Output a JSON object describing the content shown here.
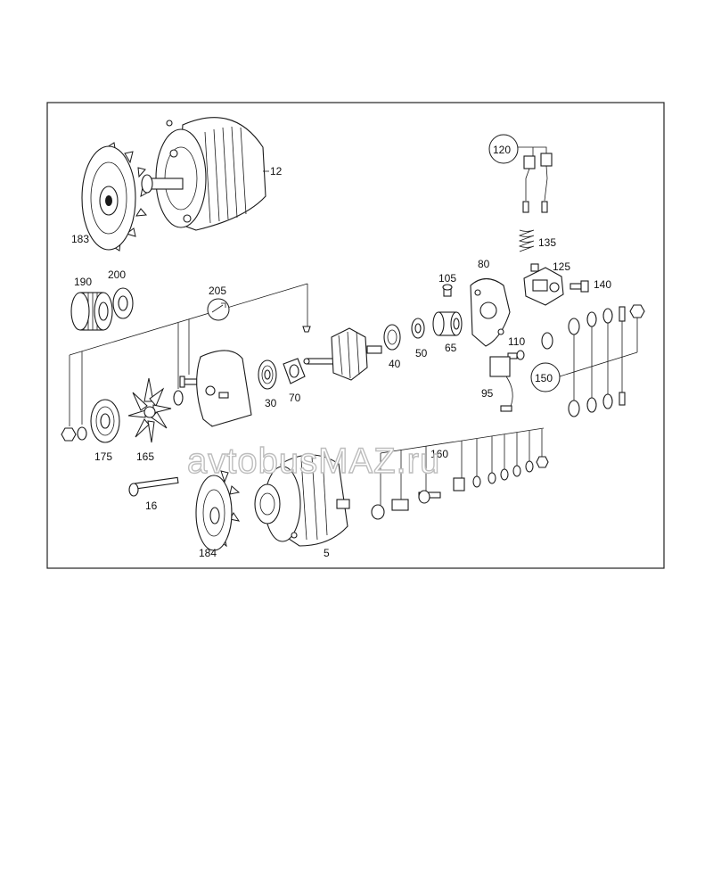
{
  "diagram": {
    "watermark": "avtobusMAZ.ru",
    "parts": [
      {
        "id": "183",
        "label": "183"
      },
      {
        "id": "12",
        "label": "12"
      },
      {
        "id": "120",
        "label": "120"
      },
      {
        "id": "135",
        "label": "135"
      },
      {
        "id": "190",
        "label": "190"
      },
      {
        "id": "200",
        "label": "200"
      },
      {
        "id": "205",
        "label": "205"
      },
      {
        "id": "105",
        "label": "105"
      },
      {
        "id": "80",
        "label": "80"
      },
      {
        "id": "125",
        "label": "125"
      },
      {
        "id": "140",
        "label": "140"
      },
      {
        "id": "40",
        "label": "40"
      },
      {
        "id": "50",
        "label": "50"
      },
      {
        "id": "65",
        "label": "65"
      },
      {
        "id": "110",
        "label": "110"
      },
      {
        "id": "150",
        "label": "150"
      },
      {
        "id": "30",
        "label": "30"
      },
      {
        "id": "70",
        "label": "70"
      },
      {
        "id": "95",
        "label": "95"
      },
      {
        "id": "175",
        "label": "175"
      },
      {
        "id": "165",
        "label": "165"
      },
      {
        "id": "160",
        "label": "160"
      },
      {
        "id": "16",
        "label": "16"
      },
      {
        "id": "184",
        "label": "184"
      },
      {
        "id": "5",
        "label": "5"
      }
    ]
  }
}
